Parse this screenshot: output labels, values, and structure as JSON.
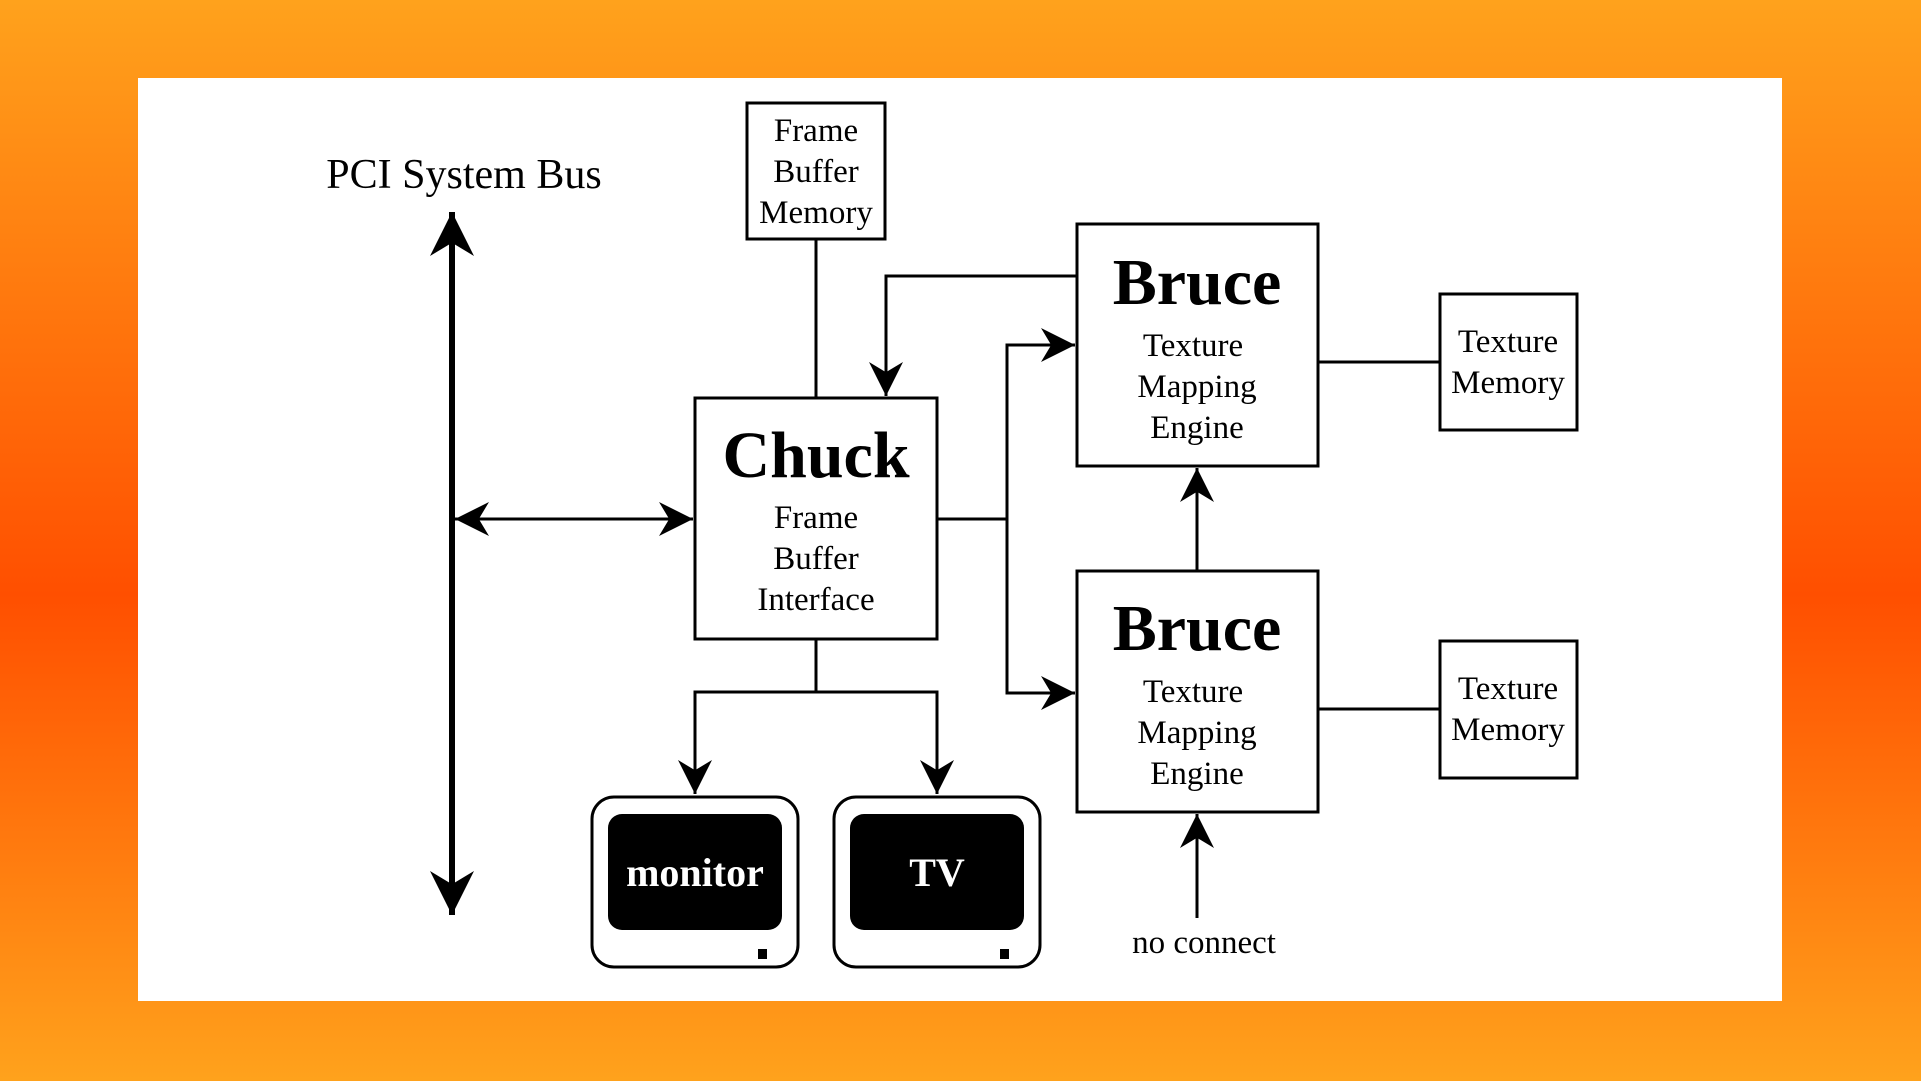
{
  "colors": {
    "frame_top": "#FFA21C",
    "frame_mid": "#FF4F00",
    "frame_bottom": "#FFA21C",
    "canvas": "#FFFFFF",
    "ink": "#000000"
  },
  "bus": {
    "label": "PCI System Bus"
  },
  "frame_buffer_memory": {
    "lines": [
      "Frame",
      "Buffer",
      "Memory"
    ]
  },
  "chuck": {
    "title": "Chuck",
    "lines": [
      "Frame",
      "Buffer",
      "Interface"
    ]
  },
  "bruce_top": {
    "title": "Bruce",
    "lines": [
      "Texture",
      "Mapping",
      "Engine"
    ]
  },
  "bruce_bottom": {
    "title": "Bruce",
    "lines": [
      "Texture",
      "Mapping",
      "Engine"
    ]
  },
  "texture_memory_top": {
    "lines": [
      "Texture",
      "Memory"
    ]
  },
  "texture_memory_bottom": {
    "lines": [
      "Texture",
      "Memory"
    ]
  },
  "monitor": {
    "label": "monitor"
  },
  "tv": {
    "label": "TV"
  },
  "no_connect": {
    "label": "no connect"
  }
}
